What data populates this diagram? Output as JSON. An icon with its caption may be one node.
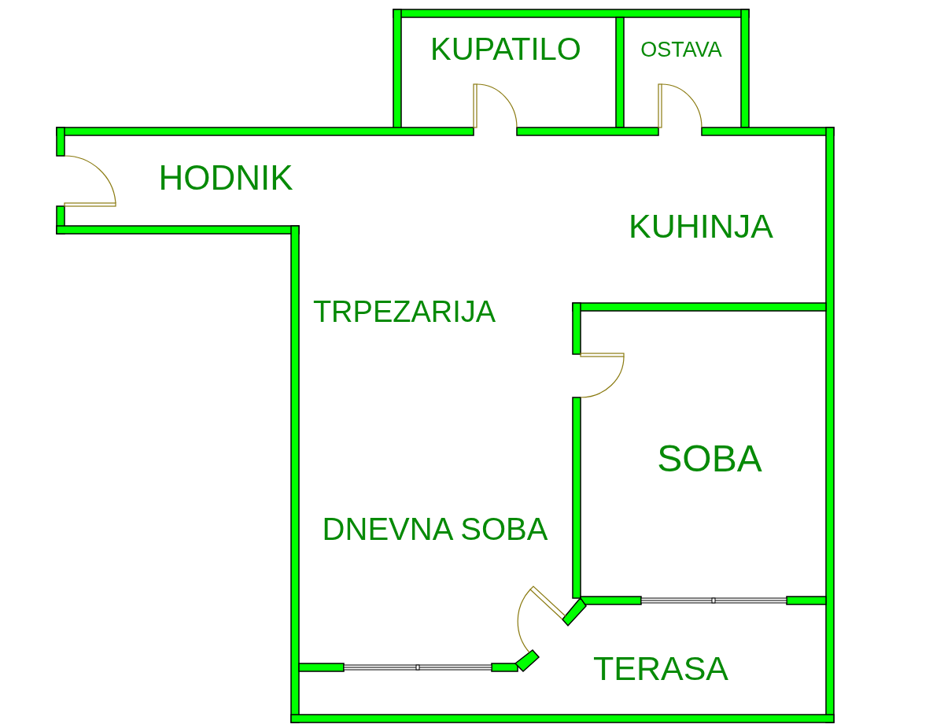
{
  "diagram": {
    "labels": [
      "KUPATILO",
      "OSTAVA",
      "HODNIK",
      "KUHINJA",
      "TRPEZARIJA",
      "SOBA",
      "DNEVNA SOBA",
      "TERASA"
    ]
  }
}
